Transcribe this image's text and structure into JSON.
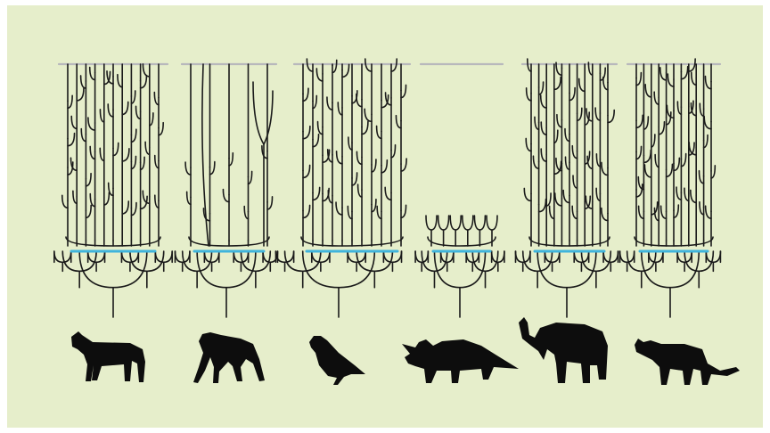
{
  "figure": {
    "background": "#e6eecb",
    "present_line_color": "#b8b8bc",
    "event_line_color": "#3fb4dc",
    "tree_color": "#1a1a1a",
    "silhouette_color": "#0d0d0d"
  },
  "clades": [
    {
      "id": "wolf",
      "icon": "wolf-icon",
      "pattern": "dense",
      "survives": true
    },
    {
      "id": "chimp",
      "icon": "chimpanzee-icon",
      "pattern": "sparse",
      "survives": true
    },
    {
      "id": "bird",
      "icon": "bird-icon",
      "pattern": "dense",
      "survives": true
    },
    {
      "id": "triceratops",
      "icon": "triceratops-icon",
      "pattern": "extinct",
      "survives": false
    },
    {
      "id": "elephant",
      "icon": "elephant-icon",
      "pattern": "dense",
      "survives": true
    },
    {
      "id": "cat",
      "icon": "cat-icon",
      "pattern": "dense",
      "survives": true
    }
  ]
}
